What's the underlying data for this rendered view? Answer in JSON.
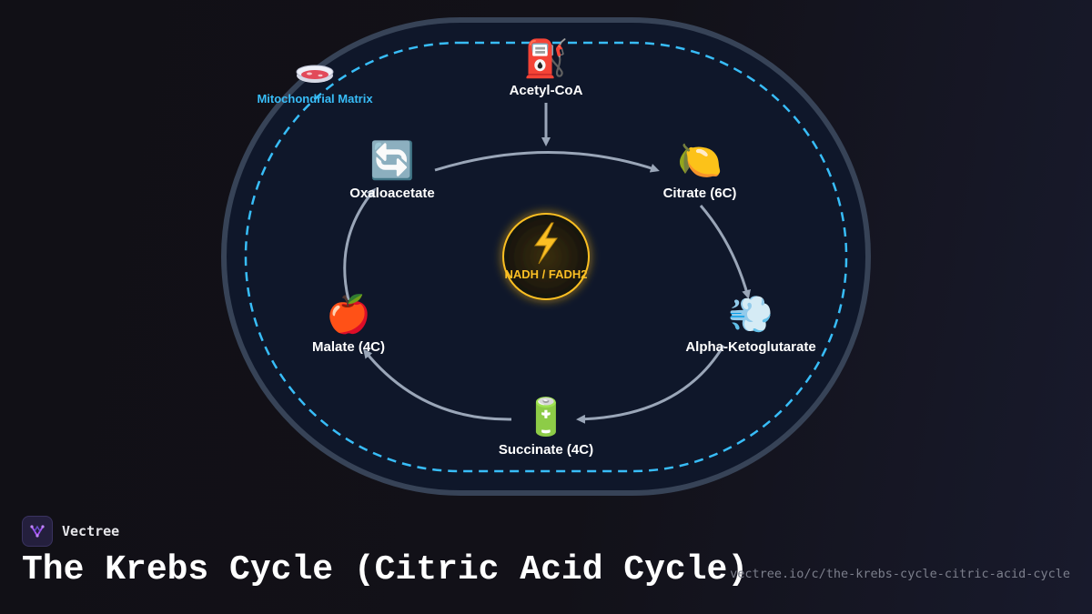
{
  "diagram": {
    "region_label": "Mitochondrial Matrix",
    "region_icon": "petri-dish-icon",
    "center": {
      "label": "NADH / FADH2",
      "icon": "lightning-icon"
    },
    "nodes": [
      {
        "id": "acetyl-coa",
        "label": "Acetyl-CoA",
        "icon": "fuel-pump-icon",
        "glyph": "⛽"
      },
      {
        "id": "oxaloacetate",
        "label": "Oxaloacetate",
        "icon": "cycle-arrows-icon",
        "glyph": "🔄"
      },
      {
        "id": "citrate",
        "label": "Citrate (6C)",
        "icon": "lemon-icon",
        "glyph": "🍋"
      },
      {
        "id": "alpha-ketoglutarate",
        "label": "Alpha-Ketoglutarate",
        "icon": "wind-puff-icon",
        "glyph": "💨"
      },
      {
        "id": "succinate",
        "label": "Succinate (4C)",
        "icon": "battery-icon",
        "glyph": "🔋"
      },
      {
        "id": "malate",
        "label": "Malate (4C)",
        "icon": "apple-icon",
        "glyph": "🍎"
      }
    ],
    "edges": [
      {
        "from": "acetyl-coa",
        "to": "citrate"
      },
      {
        "from": "oxaloacetate",
        "to": "citrate"
      },
      {
        "from": "citrate",
        "to": "alpha-ketoglutarate"
      },
      {
        "from": "alpha-ketoglutarate",
        "to": "succinate"
      },
      {
        "from": "succinate",
        "to": "malate"
      },
      {
        "from": "malate",
        "to": "oxaloacetate"
      }
    ],
    "colors": {
      "membrane": "#2f3a4e",
      "matrix": "#0f172a",
      "dashed_boundary": "#38bdf8",
      "arrows": "#9aa6b8",
      "center_accent": "#fbbf24",
      "labels": "#ffffff"
    }
  },
  "footer": {
    "brand": "Vectree",
    "brand_icon": "vectree-logo-icon",
    "title": "The Krebs Cycle (Citric Acid Cycle)",
    "url": "vectree.io/c/the-krebs-cycle-citric-acid-cycle"
  }
}
